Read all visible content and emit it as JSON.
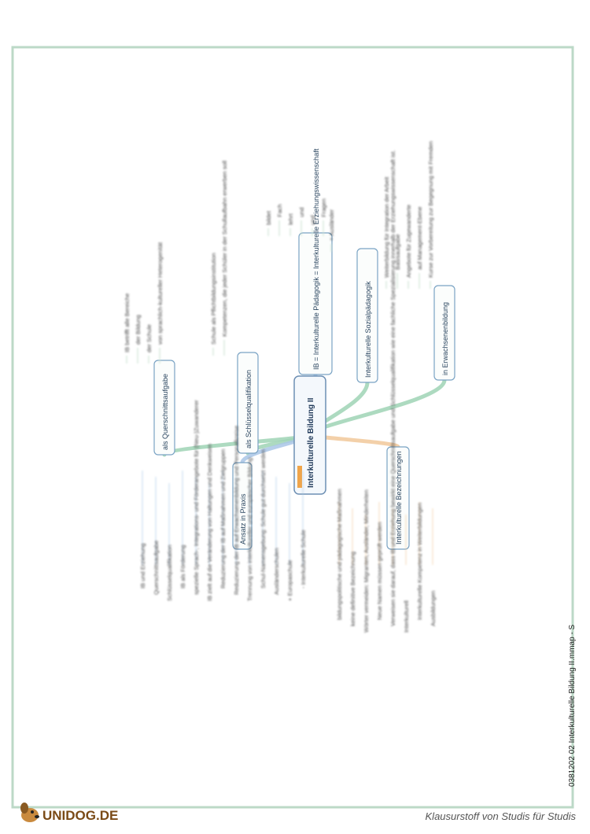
{
  "root": {
    "label": "Interkulturelle Bildung II"
  },
  "branches": [
    {
      "label": "als Querschnittsaufgabe",
      "color": "#9fd3b5",
      "children": [
        "IB betrifft alle Bereiche",
        "der Bildung",
        "der Schule",
        "von sprachlich-kultureller Heterogenität"
      ]
    },
    {
      "label": "als Schlüsselqualifikation",
      "color": "#9fd3b5",
      "children": [
        "Schule als Pflichtbildungsinstitution",
        "Kompetenzen, die jeder Schüler in der Schullaufbahn erwerben soll"
      ]
    },
    {
      "label": "IB = Interkulturelle Pädagogik = Interkulturelle Erziehungswissenschaft",
      "color": "#a9c6e6",
      "children": [
        "bildet",
        "Fach",
        "lehrt",
        "und",
        "und",
        "Fragen"
      ]
    },
    {
      "label": "Interkulturelle Sozialpädagogik",
      "color": "#9fd3b5",
      "children": [
        "= Ausländer"
      ]
    },
    {
      "label": "in Erwachsenenbildung",
      "color": "#9fd3b5",
      "children": [
        "Weiterbildung für Integration der Arbeit",
        "Basisaufgabe",
        "Angebote für Zugewanderte",
        "auf Management-Ebene",
        "Kurse zur Vorbereitung zur Begegnung mit Fremden"
      ]
    },
    {
      "label": "Ansatz in Praxis",
      "color": "#a9c6e6",
      "children": [
        "IB und Erziehung",
        "Querschnittsaufgabe",
        "Schlüsselqualifikation",
        "IB als Förderung",
        "spezielle Sprach-, Integrations- und Förderangebote für (Neu-)Zuwanderer",
        "IB zielt auf die Veränderung von Haltungen und Denkweisen",
        "Reduzierung der IB auf Maßnahmen und Zielgruppen",
        "Reduzierung der IB auf Erwachsenenbildung und Personalkreise",
        "Trennung von interkultureller und europäischer Bildung",
        "Schul-Namensgebung: Schule gut durchsetzt werden",
        "Ausländerschulen",
        "+ Europaschule",
        "- Interkulturelle Schule"
      ]
    },
    {
      "label": "Interkulturelle Bezeichnungen",
      "color": "#f1c89a",
      "children": [
        "bildungspolitische und pädagogische Maßnahmen",
        "keine definitive Bezeichnung",
        "Wörter vermeiden: Migranten, Ausländer, Minderheiten",
        "Neue Namen müssen geprüft werden",
        "Verweisen sie darauf, dass IB und Erziehung bewirkt eine Querschnittsaufgabe und Schlüsselqualifikation wie eine fachliche Spezialisierung innerhalb der Erziehungswissenschaft ist.",
        "Interkulturell",
        "Interkulturelle Kompetenz in Weiterbildungen",
        "Ausbildungen"
      ]
    }
  ],
  "footer": {
    "logo_text": "UNIDOG.DE",
    "tagline": "Klausurstoff von Studis für Studis",
    "side_caption": "0381202 02 Interkulturelle Bildung II.mmap - S"
  }
}
